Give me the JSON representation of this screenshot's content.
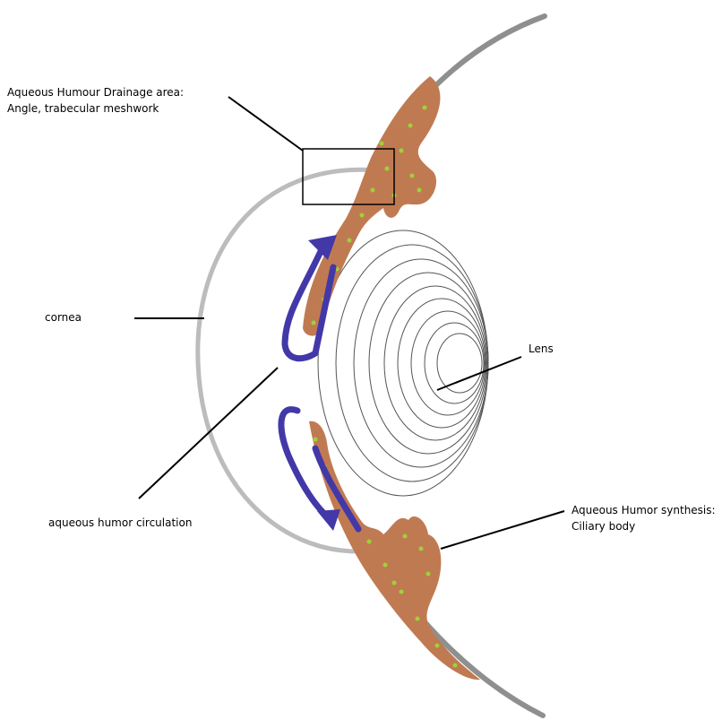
{
  "labels": {
    "drainage_line1": "Aqueous Humour Drainage area:",
    "drainage_line2": "Angle, trabecular meshwork",
    "cornea": "cornea",
    "lens": "Lens",
    "circulation": "aqueous humor circulation",
    "synthesis_line1": "Aqueous Humor synthesis:",
    "synthesis_line2": "Ciliary body"
  },
  "colors": {
    "sclera": "#8f8f8f",
    "cornea": "#b8b8b8",
    "tissue": "#c07a52",
    "tissue_dots": "#9ed13a",
    "flow_arrows": "#4338a8",
    "lens_rings": "#555555",
    "leader_lines": "#000000"
  }
}
